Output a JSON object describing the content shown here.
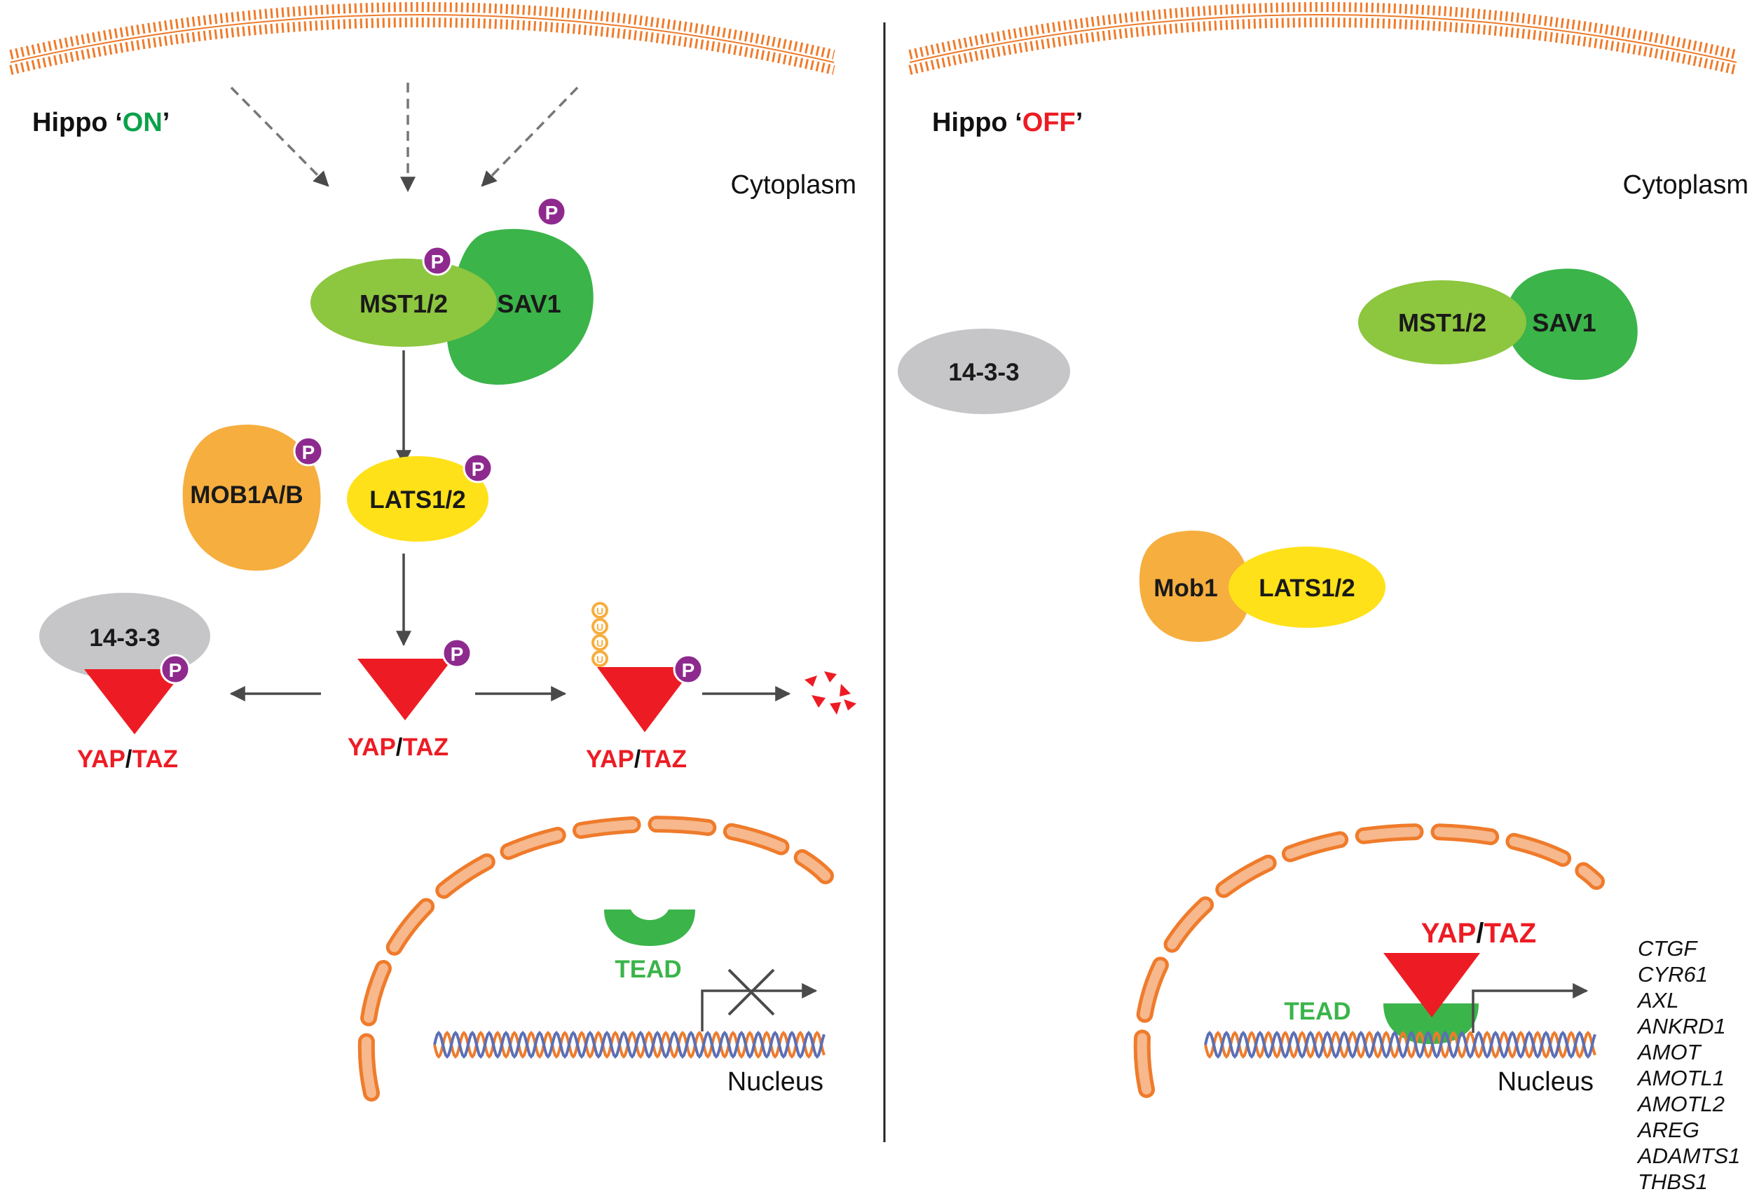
{
  "left": {
    "state_prefix": "Hippo ‘",
    "state_word": "ON",
    "state_suffix": "’",
    "cytoplasm": "Cytoplasm",
    "mst": "MST1/2",
    "sav": "SAV1",
    "mob": "MOB1A/B",
    "lats": "LATS1/2",
    "fourteen33": "14-3-3",
    "p": "P",
    "u": "U",
    "yap": "YAP",
    "slash": "/",
    "taz": "TAZ",
    "tead": "TEAD",
    "nucleus": "Nucleus"
  },
  "right": {
    "state_prefix": "Hippo ‘",
    "state_word": "OFF",
    "state_suffix": "’",
    "cytoplasm": "Cytoplasm",
    "mst": "MST1/2",
    "sav": "SAV1",
    "fourteen33": "14-3-3",
    "mob": "Mob1",
    "lats": "LATS1/2",
    "yap": "YAP",
    "slash": "/",
    "taz": "TAZ",
    "tead": "TEAD",
    "nucleus": "Nucleus",
    "genes": [
      "CTGF",
      "CYR61",
      "AXL",
      "ANKRD1",
      "AMOT",
      "AMOTL1",
      "AMOTL2",
      "AREG",
      "ADAMTS1",
      "THBS1"
    ]
  },
  "colors": {
    "membrane": "#EF7B2B",
    "mst": "#8DC63F",
    "sav": "#3BB44A",
    "mob": "#F6AE3F",
    "lats": "#FFE11A",
    "fourteen33": "#C6C6C8",
    "phospho": "#8E2A8E",
    "yap": "#ED1C24",
    "tead": "#3BB44A",
    "on": "#0BA14B",
    "off": "#ED1C24",
    "dna_a": "#EF7B2B",
    "dna_b": "#5B6FB5",
    "arrow": "#4a4a4a"
  }
}
